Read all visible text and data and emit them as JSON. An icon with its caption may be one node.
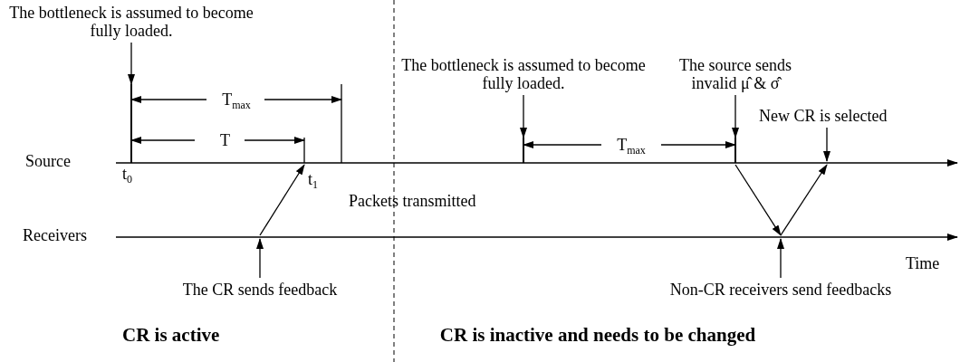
{
  "diagram": {
    "nodes": [
      {
        "text": [
          "Source"
        ]
      },
      {
        "text": [
          "Receivers"
        ]
      },
      {
        "text": [
          "The bottleneck is assumed to become fully loaded."
        ]
      },
      {
        "text": [],
        "shape": "line"
      },
      {
        "text": [
          "The bottleneck is assumed to become fully loaded."
        ]
      },
      {
        "text": [],
        "shape": "line"
      },
      {
        "text": [
          "The source sends invalid μ̂ & σ̂"
        ]
      },
      {
        "text": [],
        "shape": "line"
      },
      {
        "text": [
          "New CR is selected"
        ]
      },
      {
        "text": [
          "The CR sends feedback"
        ]
      },
      {
        "text": [
          "Non-CR receivers send feedbacks"
        ]
      }
    ],
    "edges": [
      {
        "from": 2,
        "to": 3,
        "arrow": "to"
      },
      {
        "from": 4,
        "to": 5,
        "arrow": "to"
      },
      {
        "from": 6,
        "to": 7,
        "arrow": "to"
      },
      {
        "from": 8,
        "to": 0,
        "arrow": "to"
      },
      {
        "from": 1,
        "to": 0,
        "arrow": "to"
      },
      {
        "from": 0,
        "to": 1,
        "arrow": "to"
      },
      {
        "from": 1,
        "to": 0,
        "arrow": "to"
      },
      {
        "from": 9,
        "to": 1,
        "arrow": "to"
      },
      {
        "from": 10,
        "to": 1,
        "arrow": "to"
      }
    ],
    "labels": [
      "T$_{max}$",
      "T",
      "t$_{0}$",
      "t$_{1}$",
      "Packets transmitted",
      "T$_{max}$",
      "Time",
      "CR is active",
      "CR is inactive and needs to be changed"
    ]
  }
}
